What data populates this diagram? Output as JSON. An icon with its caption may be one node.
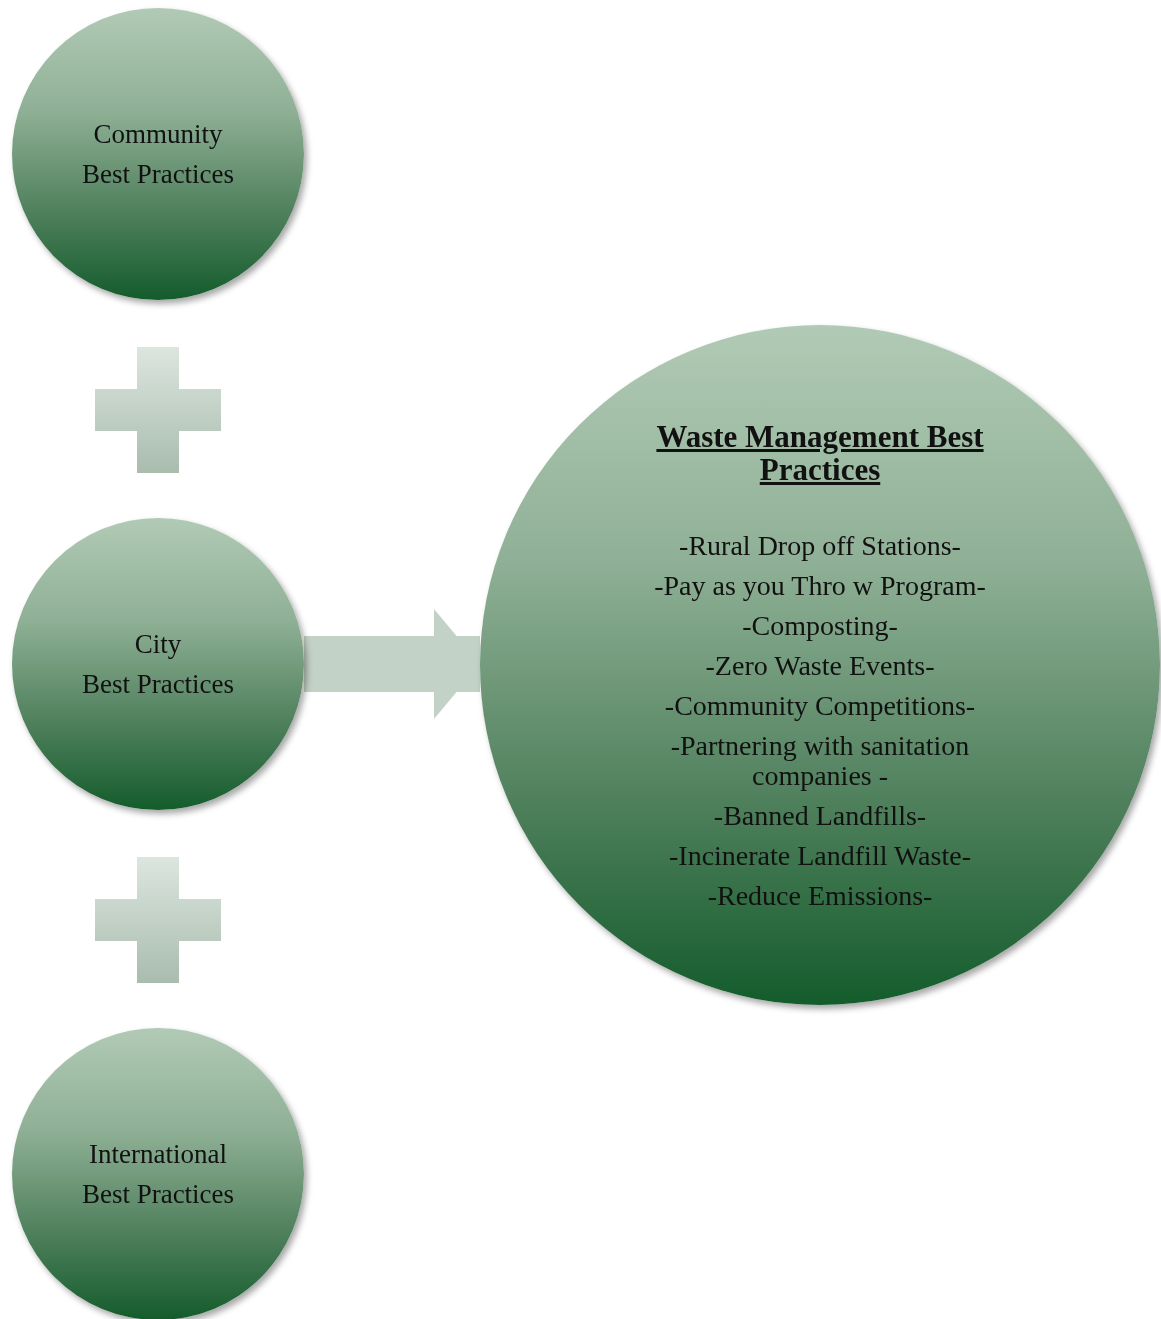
{
  "diagram": {
    "nodes": [
      {
        "text": [
          "Community Best Practices"
        ]
      },
      {
        "text": [
          "City Best Practices"
        ]
      },
      {
        "text": [
          "International Best Practices"
        ]
      },
      {
        "text": [
          "Waste Management Best Practices",
          "-Rural Drop off Stations-",
          "-Pay as you Thro w Program-",
          "-Composting-",
          "-Zero Waste Events-",
          "-Community Competitions-",
          "-Partnering with sanitation companies -",
          "-Banned Landfills-",
          "-Incinerate Landfill Waste-",
          "-Reduce Emissions-"
        ]
      }
    ],
    "edges": [
      {
        "from": 1,
        "to": 3,
        "arrow": "to"
      }
    ]
  }
}
